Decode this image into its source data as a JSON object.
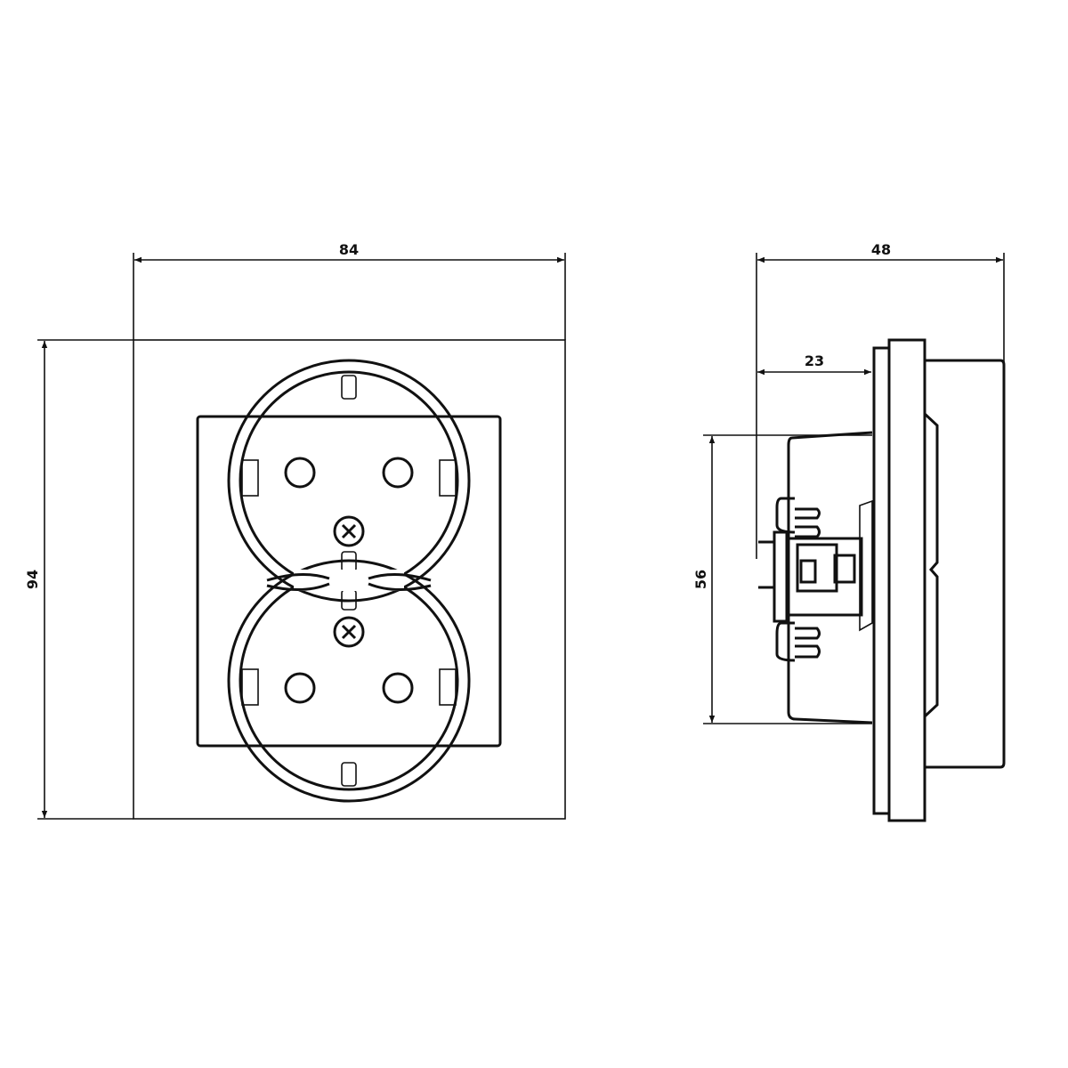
{
  "dimensions": {
    "front_width": "84",
    "front_height": "94",
    "side_depth": "48",
    "side_mount_depth": "23",
    "side_mechanism_height": "56"
  },
  "colors": {
    "line": "#111111",
    "background": "#ffffff"
  }
}
